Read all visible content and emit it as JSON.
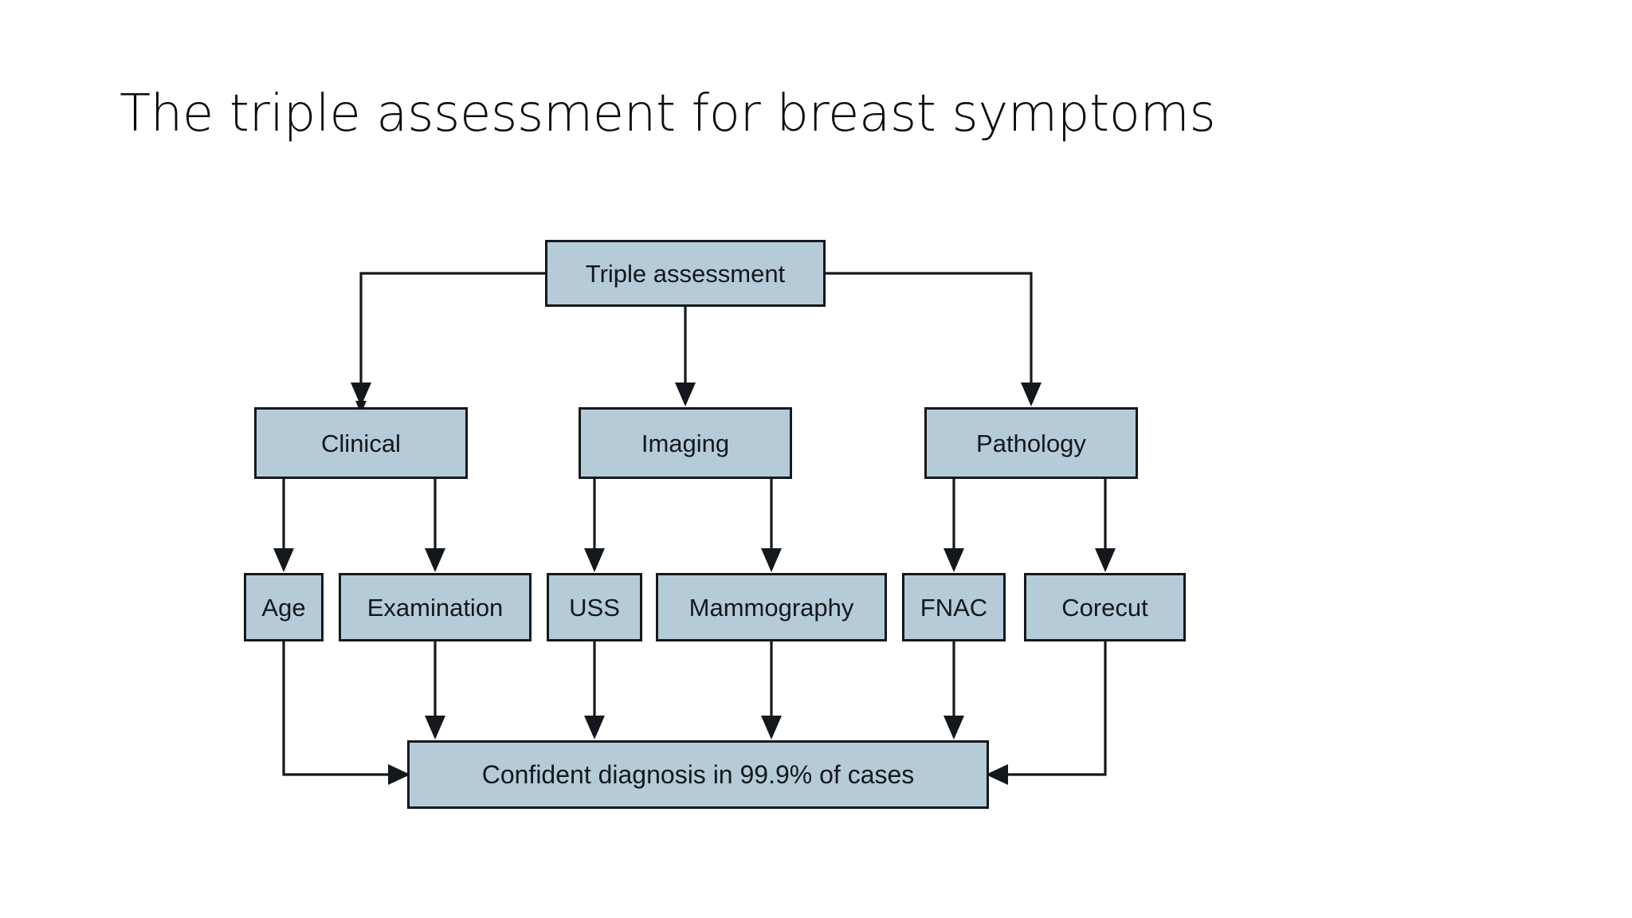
{
  "slide": {
    "title": "The triple assessment for breast symptoms",
    "background_color": "#ffffff"
  },
  "theme": {
    "node_fill": "#b5cbd8",
    "node_border": "#14181c",
    "connector_color": "#14181c",
    "text_color": "#14181c",
    "title_color": "#0d0d0d"
  },
  "diagram": {
    "type": "flowchart",
    "orientation": "top-down",
    "levels": [
      {
        "name": "root",
        "nodes": [
          "triple"
        ]
      },
      {
        "name": "modalities",
        "nodes": [
          "clinical",
          "imaging",
          "pathology"
        ]
      },
      {
        "name": "methods",
        "nodes": [
          "age",
          "examination",
          "uss",
          "mammography",
          "fnac",
          "corecut"
        ]
      },
      {
        "name": "outcome",
        "nodes": [
          "diagnosis"
        ]
      }
    ],
    "nodes": {
      "triple": {
        "label": "Triple assessment"
      },
      "clinical": {
        "label": "Clinical"
      },
      "imaging": {
        "label": "Imaging"
      },
      "pathology": {
        "label": "Pathology"
      },
      "age": {
        "label": "Age"
      },
      "examination": {
        "label": "Examination"
      },
      "uss": {
        "label": "USS"
      },
      "mammography": {
        "label": "Mammography"
      },
      "fnac": {
        "label": "FNAC"
      },
      "corecut": {
        "label": "Corecut"
      },
      "diagnosis": {
        "label": "Confident diagnosis in 99.9% of cases"
      }
    },
    "edges": [
      {
        "from": "triple",
        "to": "clinical",
        "style": "elbow-left",
        "arrow": "down"
      },
      {
        "from": "triple",
        "to": "imaging",
        "style": "straight",
        "arrow": "down"
      },
      {
        "from": "triple",
        "to": "pathology",
        "style": "elbow-right",
        "arrow": "down"
      },
      {
        "from": "clinical",
        "to": "age",
        "style": "straight",
        "arrow": "down"
      },
      {
        "from": "clinical",
        "to": "examination",
        "style": "straight",
        "arrow": "down"
      },
      {
        "from": "imaging",
        "to": "uss",
        "style": "straight",
        "arrow": "down"
      },
      {
        "from": "imaging",
        "to": "mammography",
        "style": "straight",
        "arrow": "down"
      },
      {
        "from": "pathology",
        "to": "fnac",
        "style": "straight",
        "arrow": "down"
      },
      {
        "from": "pathology",
        "to": "corecut",
        "style": "straight",
        "arrow": "down"
      },
      {
        "from": "age",
        "to": "diagnosis",
        "style": "elbow-down-right",
        "arrow": "right"
      },
      {
        "from": "examination",
        "to": "diagnosis",
        "style": "straight",
        "arrow": "down"
      },
      {
        "from": "uss",
        "to": "diagnosis",
        "style": "straight",
        "arrow": "down"
      },
      {
        "from": "mammography",
        "to": "diagnosis",
        "style": "straight",
        "arrow": "down"
      },
      {
        "from": "fnac",
        "to": "diagnosis",
        "style": "straight",
        "arrow": "down"
      },
      {
        "from": "corecut",
        "to": "diagnosis",
        "style": "elbow-down-left",
        "arrow": "left"
      }
    ]
  }
}
